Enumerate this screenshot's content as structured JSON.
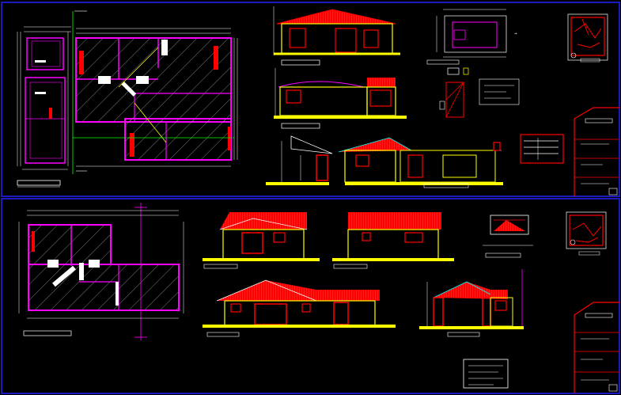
{
  "drawing": {
    "background": "#000000",
    "palette": {
      "wall": "#ff00ff",
      "roof": "#ff0000",
      "trim": "#ffff00",
      "dim": "#ffffff",
      "accent": "#00ff00",
      "hatch": "#ffffff",
      "frame": "#0000ff",
      "window": "#ff0000"
    },
    "sheets": [
      {
        "name": "sheet-1",
        "title_block": "title-block-1"
      },
      {
        "name": "sheet-2",
        "title_block": "title-block-2"
      }
    ],
    "views": [
      "floor-plan-1-small",
      "floor-plan-1-main",
      "front-elevation-1",
      "side-elevation-1",
      "site-plan-1",
      "location-map-1",
      "section-1",
      "floor-plan-2",
      "elevation-2a",
      "elevation-2b",
      "elevation-2c",
      "section-2",
      "location-map-2",
      "detail-2"
    ]
  }
}
